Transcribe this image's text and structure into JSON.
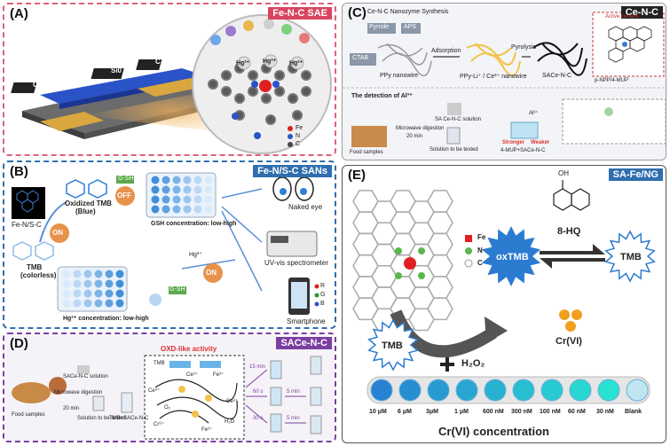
{
  "panelA": {
    "label": "(A)",
    "tag": "Fe-N-C SAE",
    "chip": [
      "C",
      "Si0",
      "C"
    ],
    "ions": [
      "Hg²⁺",
      "Hg²⁺",
      "Hg²⁺"
    ],
    "legend": [
      "Fe",
      "N",
      "C"
    ],
    "tag_color": "#d9455f"
  },
  "panelB": {
    "label": "(B)",
    "tag": "Fe-N/S-C SANs",
    "catalyst": "Fe-N/S-C",
    "oxidized": "Oxidized TMB",
    "oxidized2": "(Blue)",
    "tmb": "TMB",
    "tmb2": "(colorless)",
    "on": "ON",
    "off": "OFF",
    "gsh": "G-SH",
    "gsh_conc": "GSH concentration: low-high",
    "hg_conc": "Hg²⁺ concentration: low-high",
    "naked": "Naked eye",
    "uv": "UV-vis spectrometer",
    "smart": "Smartphone",
    "ions": "Hg²⁺",
    "rgb": [
      "R",
      "G",
      "B"
    ],
    "tag_color": "#2f6fae"
  },
  "panelC": {
    "label": "(C)",
    "tag": "Ce-N-C",
    "title": "Ce-N-C Nanozyme Synthesis",
    "pyrrole": "Pyrrole",
    "aps": "APS",
    "ctab": "CTAB",
    "ppy": "PPy nanowire",
    "adsorption": "Adsorption",
    "ppyli": "PPy-Li⁺ / Ce³⁺ nanowire",
    "pyrolysis": "Pyrolysis",
    "sace": "SACe-N-C",
    "active": "Active centers",
    "pnpp": "p-NPP/4-MUP",
    "detection": "The detection of Al³⁺",
    "food": "Food samples",
    "micro": "Microwave digestion",
    "min": "20 min",
    "sa_sol": "SA Ce-N-C solution",
    "tested": "Solution to be tested",
    "stronger": "Stronger",
    "weaker": "Weaker",
    "mup": "4-MUP+SACe-N-C",
    "al": "Al³⁺",
    "tag_color": "#222222"
  },
  "panelD": {
    "label": "(D)",
    "tag": "SACe-N-C",
    "oxd": "OXD-like activity",
    "sace_sol": "SACe-N-C solution",
    "micro": "Microwave digestion",
    "min": "20 min",
    "food": "Food samples",
    "tested": "Solution to be tested",
    "mix": "TMB+SACe-N-C",
    "tmb": "TMB",
    "ions": [
      "Ce³⁺",
      "Fe³⁺",
      "Ce⁴⁺",
      "Ce³⁺",
      "Cr⁶⁺",
      "Fe²⁺",
      "O₂",
      "H₂O"
    ],
    "times": [
      "15 min",
      "60 s",
      "30 s",
      "5 min",
      "5 min"
    ],
    "tag_color": "#7a3fa0"
  },
  "panelE": {
    "label": "(E)",
    "tag": "SA-Fe/NG",
    "legend": [
      "Fe",
      "N",
      "C"
    ],
    "oxtmb": "oxTMB",
    "tmb": "TMB",
    "tmb2": "TMB",
    "h2o2": "H₂O₂",
    "plus": "+",
    "hq": "8-HQ",
    "oh": "OH",
    "cr": "Cr(VI)",
    "conc": [
      "10 μM",
      "6 μM",
      "3μM",
      "1 μM",
      "600 nM",
      "300 nM",
      "100 nM",
      "60 nM",
      "30 nM",
      "Blank"
    ],
    "axis": "Cr(VI) concentration",
    "tag_color": "#2f6fae"
  }
}
